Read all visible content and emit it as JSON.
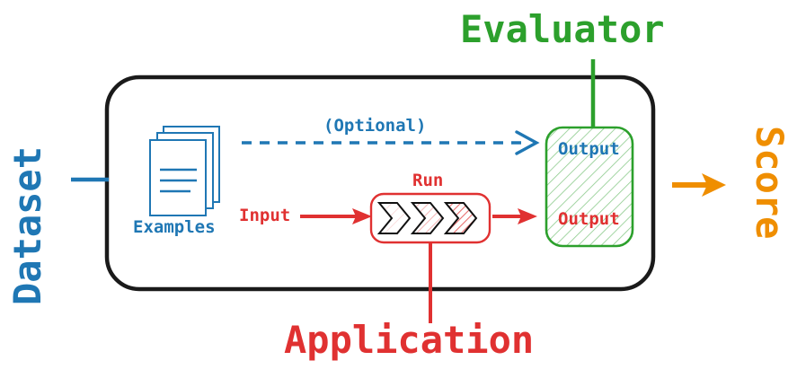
{
  "diagram": {
    "title_alt": "Evaluation pipeline diagram",
    "labels": {
      "dataset": "Dataset",
      "score": "Score",
      "evaluator": "Evaluator",
      "application": "Application",
      "examples": "Examples",
      "optional": "(Optional)",
      "run": "Run",
      "input": "Input",
      "output_top": "Output",
      "output_bottom": "Output"
    },
    "colors": {
      "blue": "#1f77b4",
      "red": "#e03131",
      "green": "#2ca02c",
      "orange": "#ef8e00",
      "black": "#1a1a1a",
      "white": "#ffffff"
    },
    "nodes": [
      {
        "name": "outer-container",
        "shape": "rounded-rect",
        "stroke": "#1a1a1a"
      },
      {
        "name": "examples-stack",
        "shape": "document-stack",
        "stroke": "#1f77b4"
      },
      {
        "name": "run-box",
        "shape": "rounded-rect",
        "stroke": "#e03131"
      },
      {
        "name": "output-box",
        "shape": "rounded-rect",
        "stroke": "#2ca02c",
        "fill": "diagonal-hatch"
      }
    ],
    "edges": [
      {
        "name": "dataset-connector",
        "style": "solid",
        "color": "#1f77b4",
        "arrow": false
      },
      {
        "name": "optional-arrow",
        "style": "dashed",
        "color": "#1f77b4",
        "arrow": true
      },
      {
        "name": "input-arrow",
        "style": "solid",
        "color": "#e03131",
        "arrow": true
      },
      {
        "name": "run-to-output-arrow",
        "style": "solid",
        "color": "#e03131",
        "arrow": true
      },
      {
        "name": "evaluator-connector",
        "style": "solid",
        "color": "#2ca02c",
        "arrow": false
      },
      {
        "name": "application-connector",
        "style": "solid",
        "color": "#e03131",
        "arrow": false
      },
      {
        "name": "score-arrow",
        "style": "solid",
        "color": "#ef8e00",
        "arrow": true
      }
    ]
  }
}
